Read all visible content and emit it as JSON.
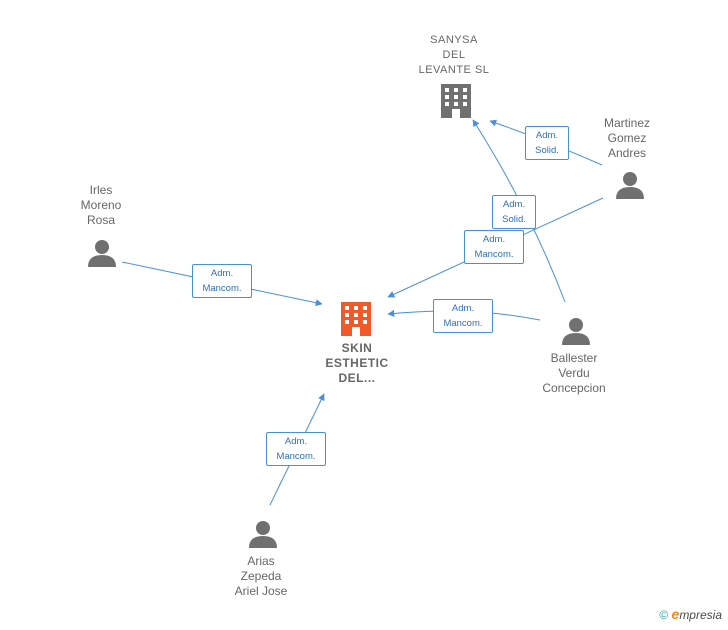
{
  "nodes": {
    "skin": {
      "label": "SKIN\nESTHETIC\nDEL..."
    },
    "sanysa": {
      "label": "SANYSA\nDEL\nLEVANTE  SL"
    },
    "martinez": {
      "label": "Martinez\nGomez\nAndres"
    },
    "irles": {
      "label": "Irles\nMoreno\nRosa"
    },
    "ballester": {
      "label": "Ballester\nVerdu\nConcepcion"
    },
    "arias": {
      "label": "Arias\nZepeda\nAriel Jose"
    }
  },
  "edges": {
    "irles_skin": "Adm.\nMancom.",
    "arias_skin": "Adm.\nMancom.",
    "martinez_skin": "Adm.\nMancom.",
    "ballester_skin": "Adm.\nMancom.",
    "ballester_sanysa": "Adm.\nSolid.",
    "martinez_sanysa": "Adm.\nSolid."
  },
  "colors": {
    "edge": "#4a90d9",
    "person": "#707070",
    "company_main": "#f05a28",
    "company": "#707070"
  },
  "footer": {
    "copyright": "©",
    "brand_initial": "e",
    "brand_rest": "mpresia"
  }
}
